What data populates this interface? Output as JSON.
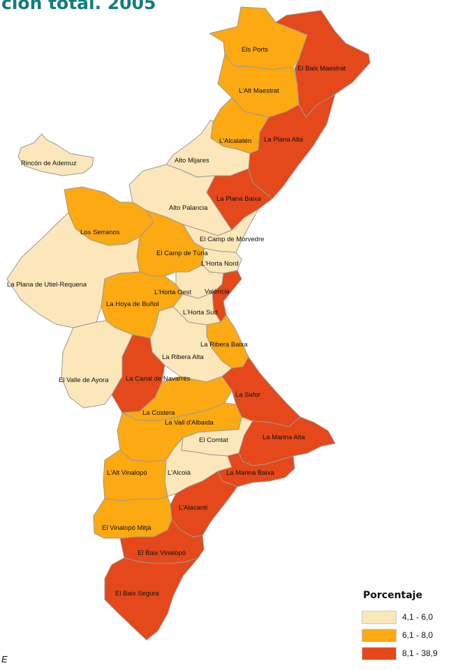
{
  "title": "ción total. 2005",
  "colors": {
    "low": "#fbe7b9",
    "mid": "#fca912",
    "high": "#e5481a",
    "border": "#9a9a9a"
  },
  "legend": {
    "title": "Porcentaje",
    "items": [
      {
        "label": "4,1 - 6,0",
        "color": "#fbe7b9"
      },
      {
        "label": "6,1 - 8,0",
        "color": "#fca912"
      },
      {
        "label": "8,1 - 38,9",
        "color": "#e5481a"
      }
    ]
  },
  "regions": [
    {
      "name": "Els Ports",
      "class": "6,1 - 8,0"
    },
    {
      "name": "El Baix Maestrat",
      "class": "8,1 - 38,9"
    },
    {
      "name": "L'Alt Maestrat",
      "class": "6,1 - 8,0"
    },
    {
      "name": "L'Alcalatén",
      "class": "6,1 - 8,0"
    },
    {
      "name": "La Plana Alta",
      "class": "8,1 - 38,9"
    },
    {
      "name": "Rincón de Ademuz",
      "class": "4,1 - 6,0"
    },
    {
      "name": "Alto Mijares",
      "class": "4,1 - 6,0"
    },
    {
      "name": "La Plana Baixa",
      "class": "8,1 - 38,9"
    },
    {
      "name": "Alto Palancia",
      "class": "4,1 - 6,0"
    },
    {
      "name": "Los Serranos",
      "class": "6,1 - 8,0"
    },
    {
      "name": "El Camp de Morvedre",
      "class": "4,1 - 6,0"
    },
    {
      "name": "El Camp de Túria",
      "class": "6,1 - 8,0"
    },
    {
      "name": "L'Horta Nord",
      "class": "4,1 - 6,0"
    },
    {
      "name": "La Plana de Utiel-Requena",
      "class": "4,1 - 6,0"
    },
    {
      "name": "L'Horta Oest",
      "class": "4,1 - 6,0"
    },
    {
      "name": "València",
      "class": "8,1 - 38,9"
    },
    {
      "name": "La Hoya de Buñol",
      "class": "6,1 - 8,0"
    },
    {
      "name": "L'Horta Sud",
      "class": "4,1 - 6,0"
    },
    {
      "name": "La Ribera Baixa",
      "class": "6,1 - 8,0"
    },
    {
      "name": "La Ribera Alta",
      "class": "4,1 - 6,0"
    },
    {
      "name": "El Valle de Ayora",
      "class": "4,1 - 6,0"
    },
    {
      "name": "La Canal de Navarrés",
      "class": "8,1 - 38,9"
    },
    {
      "name": "La Safor",
      "class": "8,1 - 38,9"
    },
    {
      "name": "La Costera",
      "class": "6,1 - 8,0"
    },
    {
      "name": "La Vall d'Albaida",
      "class": "6,1 - 8,0"
    },
    {
      "name": "El Comtat",
      "class": "4,1 - 6,0"
    },
    {
      "name": "La Marina Alta",
      "class": "8,1 - 38,9"
    },
    {
      "name": "L'Alt Vinalopó",
      "class": "6,1 - 8,0"
    },
    {
      "name": "L'Alcoià",
      "class": "4,1 - 6,0"
    },
    {
      "name": "La Marina Baixa",
      "class": "8,1 - 38,9"
    },
    {
      "name": "L'Alacantí",
      "class": "8,1 - 38,9"
    },
    {
      "name": "El Vinalopó Mitjà",
      "class": "6,1 - 8,0"
    },
    {
      "name": "El Baix Vinalopó",
      "class": "8,1 - 38,9"
    },
    {
      "name": "El Baix Segura",
      "class": "8,1 - 38,9"
    }
  ],
  "source_text": "E"
}
